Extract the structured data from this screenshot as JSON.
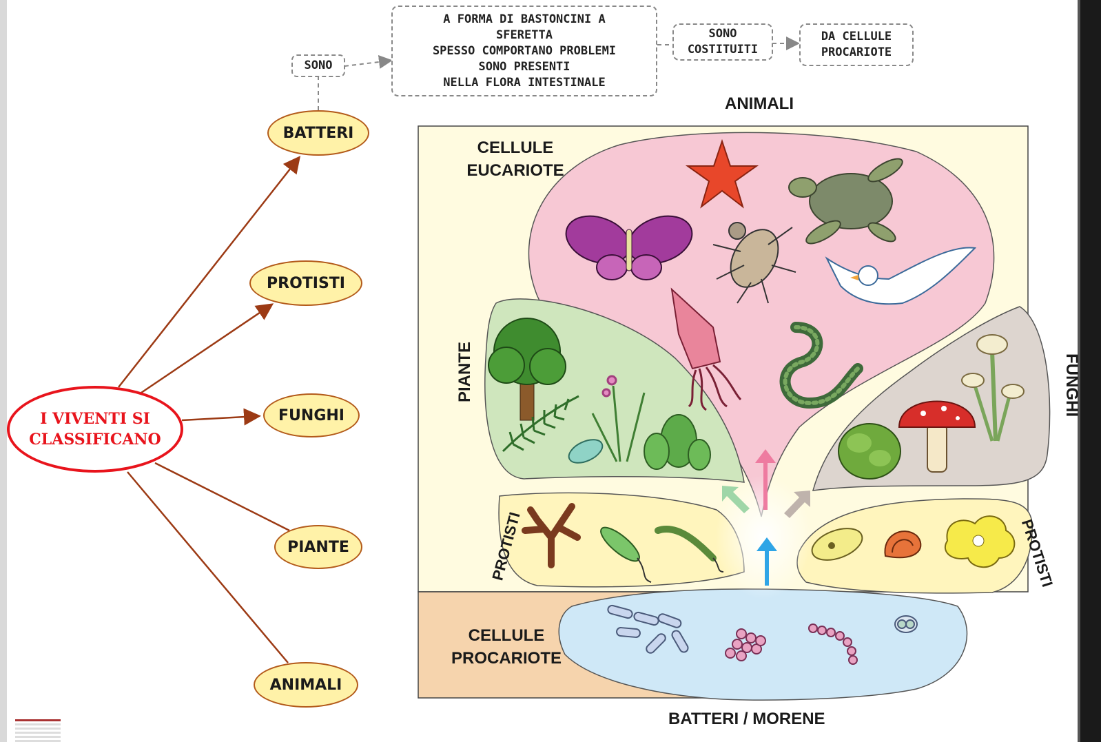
{
  "map": {
    "root": "I VIVENTI SI CLASSIFICANO",
    "root_line1": "I VIVENTI SI",
    "root_line2": "CLASSIFICANO",
    "branches": [
      "BATTERI",
      "PROTISTI",
      "FUNGHI",
      "PIANTE",
      "ANIMALI"
    ],
    "batteri_link": "SONO",
    "batteri_desc": [
      "A FORMA DI BASTONCINI A",
      "SFERETTA",
      "SPESSO COMPORTANO PROBLEMI",
      "SONO PRESENTI",
      "NELLA FLORA INTESTINALE"
    ],
    "link2": [
      "SONO",
      "COSTITUITI"
    ],
    "conclusion": [
      "DA CELLULE",
      "PROCARIOTE"
    ]
  },
  "figure": {
    "top_label": "ANIMALI",
    "eukaryote_label": [
      "CELLULE",
      "EUCARIOTE"
    ],
    "prokaryote_label": [
      "CELLULE",
      "PROCARIOTE"
    ],
    "piante_label": "PIANTE",
    "funghi_label": "FUNGHI",
    "protisti_left": "PROTISTI",
    "protisti_right": "PROTISTI",
    "bottom_label": "BATTERI / MORENE"
  },
  "colors": {
    "arrow": "#9c3a14",
    "oval_fill": "#fff2a8",
    "root_border": "#e8141c",
    "animali_zone": "#f7c8d4",
    "piante_zone": "#cfe6bd",
    "funghi_zone": "#ddd5cf",
    "batteri_zone": "#cfe8f7",
    "eukaryote_bg": "#fffbe0",
    "prokaryote_bg": "#f6d4ad"
  },
  "icons": [
    "starfish-icon",
    "turtle-icon",
    "butterfly-icon",
    "beetle-icon",
    "bird-icon",
    "squid-icon",
    "snake-icon",
    "tree-icon",
    "fern-icon",
    "flower-icon",
    "cactus-icon",
    "leaf-icon",
    "mushroom-icon",
    "moss-icon",
    "coral-protist-icon",
    "euglena-icon",
    "amoeba-icon",
    "bacteria-icon"
  ]
}
